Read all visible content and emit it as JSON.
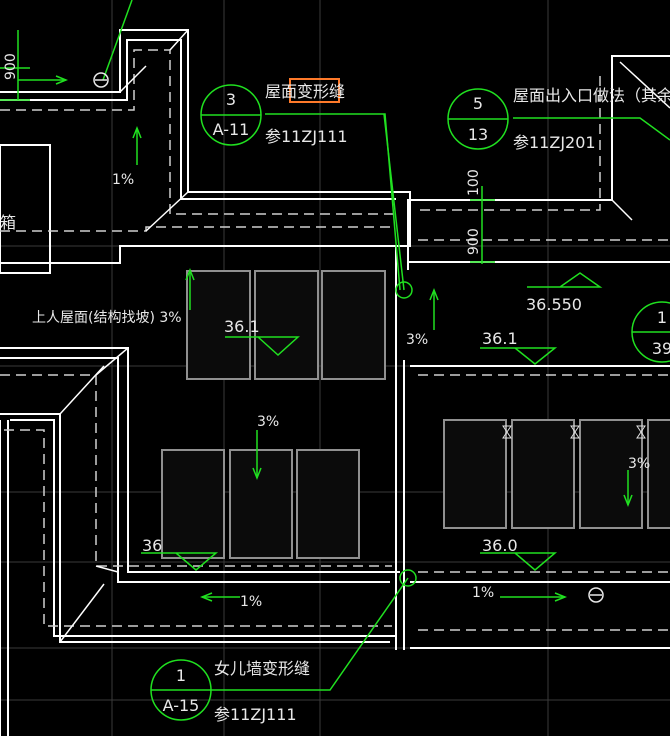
{
  "colors": {
    "background": "#000000",
    "outline": "#ffffff",
    "grid": "#3a3a3a",
    "dashed": "#d0d0d0",
    "leader": "#22dd22",
    "panel": "#909090",
    "highlight": "#ff7a2a"
  },
  "callouts": {
    "c1": {
      "num": "3",
      "ref": "A-11",
      "title_pre": "屋面",
      "title_hl": "变形缝",
      "note": "参11ZJ111"
    },
    "c2": {
      "num": "5",
      "ref": "13",
      "title": "屋面出入口做法（其余同",
      "note": "参11ZJ201"
    },
    "c3": {
      "num": "1",
      "ref": "A-15",
      "title": "女儿墙变形缝",
      "note": "参11ZJ111"
    },
    "c4": {
      "num": "1",
      "ref": "39"
    }
  },
  "dims": {
    "d900": "900",
    "d100": "100"
  },
  "slopes": {
    "s1": "1%",
    "s2": "3%",
    "s3": "3%",
    "s4": "3%",
    "s5": "1%",
    "s6": "1%"
  },
  "elevations": {
    "e1": "36.1",
    "e2": "36.550",
    "e3": "36.1",
    "e4": "36",
    "e5": "36.0"
  },
  "labels": {
    "roof": "上人屋面(结构找坡) 3%",
    "tank": "箱"
  }
}
